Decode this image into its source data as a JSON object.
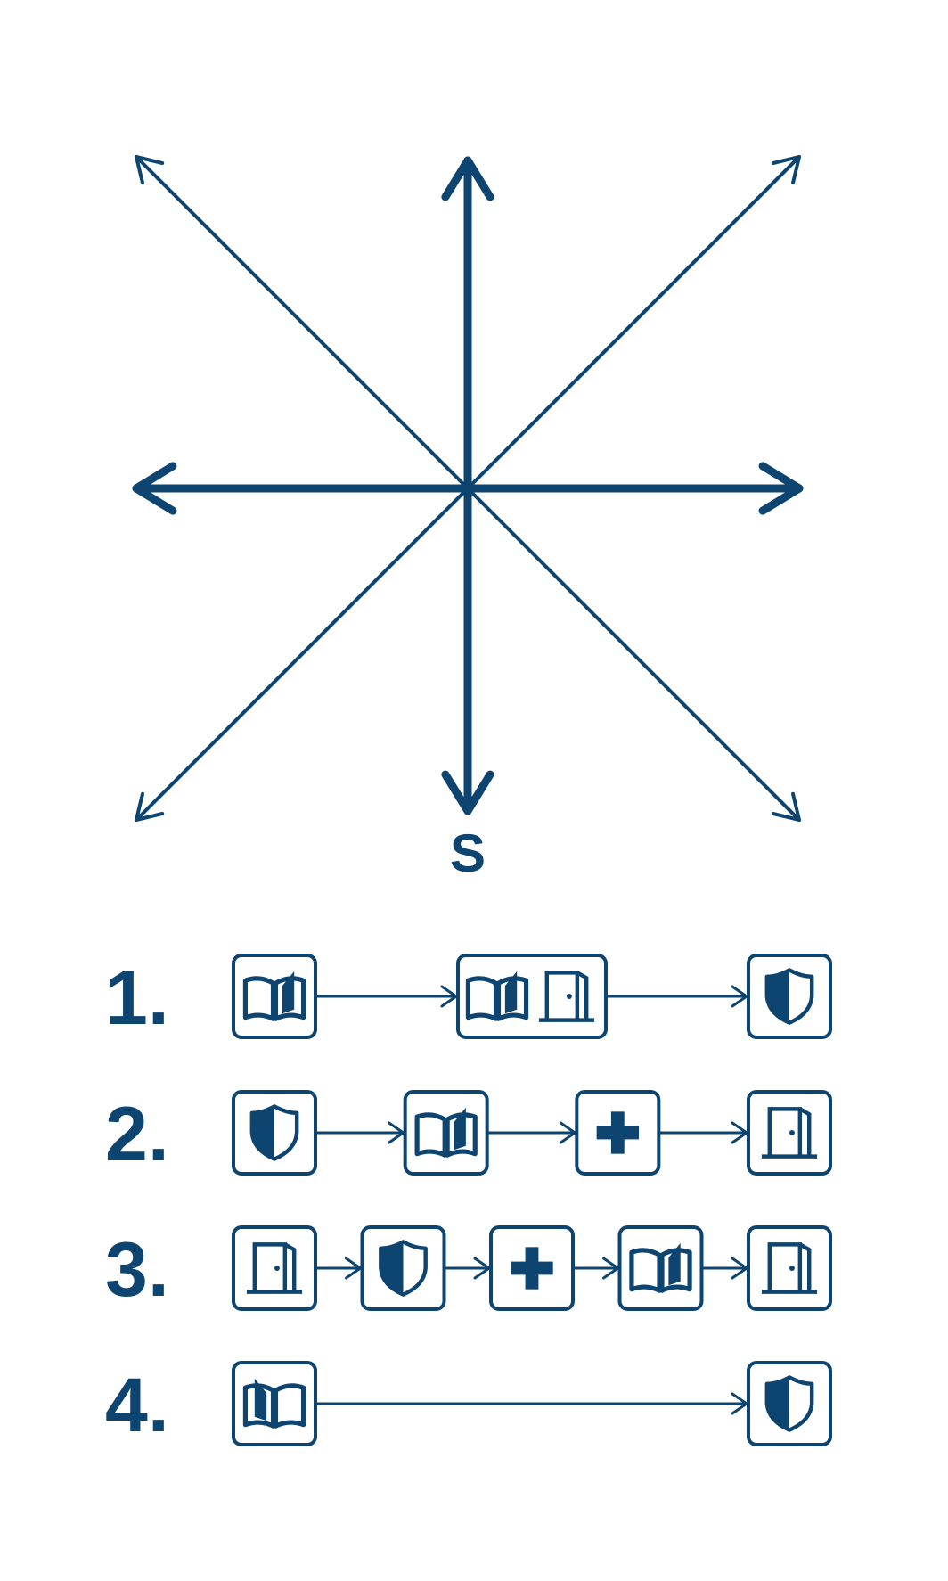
{
  "compass": {
    "label": "S",
    "directions": [
      "up",
      "up-right",
      "right",
      "down-right",
      "down",
      "down-left",
      "left",
      "up-left"
    ]
  },
  "sequences": [
    {
      "number": "1.",
      "steps": [
        [
          "book-icon"
        ],
        [
          "book-icon",
          "door-icon"
        ],
        [
          "shield-icon"
        ]
      ]
    },
    {
      "number": "2.",
      "steps": [
        [
          "shield-icon"
        ],
        [
          "book-icon"
        ],
        [
          "plus-icon"
        ],
        [
          "door-icon"
        ]
      ]
    },
    {
      "number": "3.",
      "steps": [
        [
          "door-icon"
        ],
        [
          "shield-icon"
        ],
        [
          "plus-icon"
        ],
        [
          "book-icon"
        ],
        [
          "door-icon"
        ]
      ]
    },
    {
      "number": "4.",
      "steps": [
        [
          "book-flipped-icon"
        ],
        [
          "shield-icon"
        ]
      ]
    }
  ],
  "colors": {
    "primary": "#0d4470",
    "background": "#ffffff"
  }
}
